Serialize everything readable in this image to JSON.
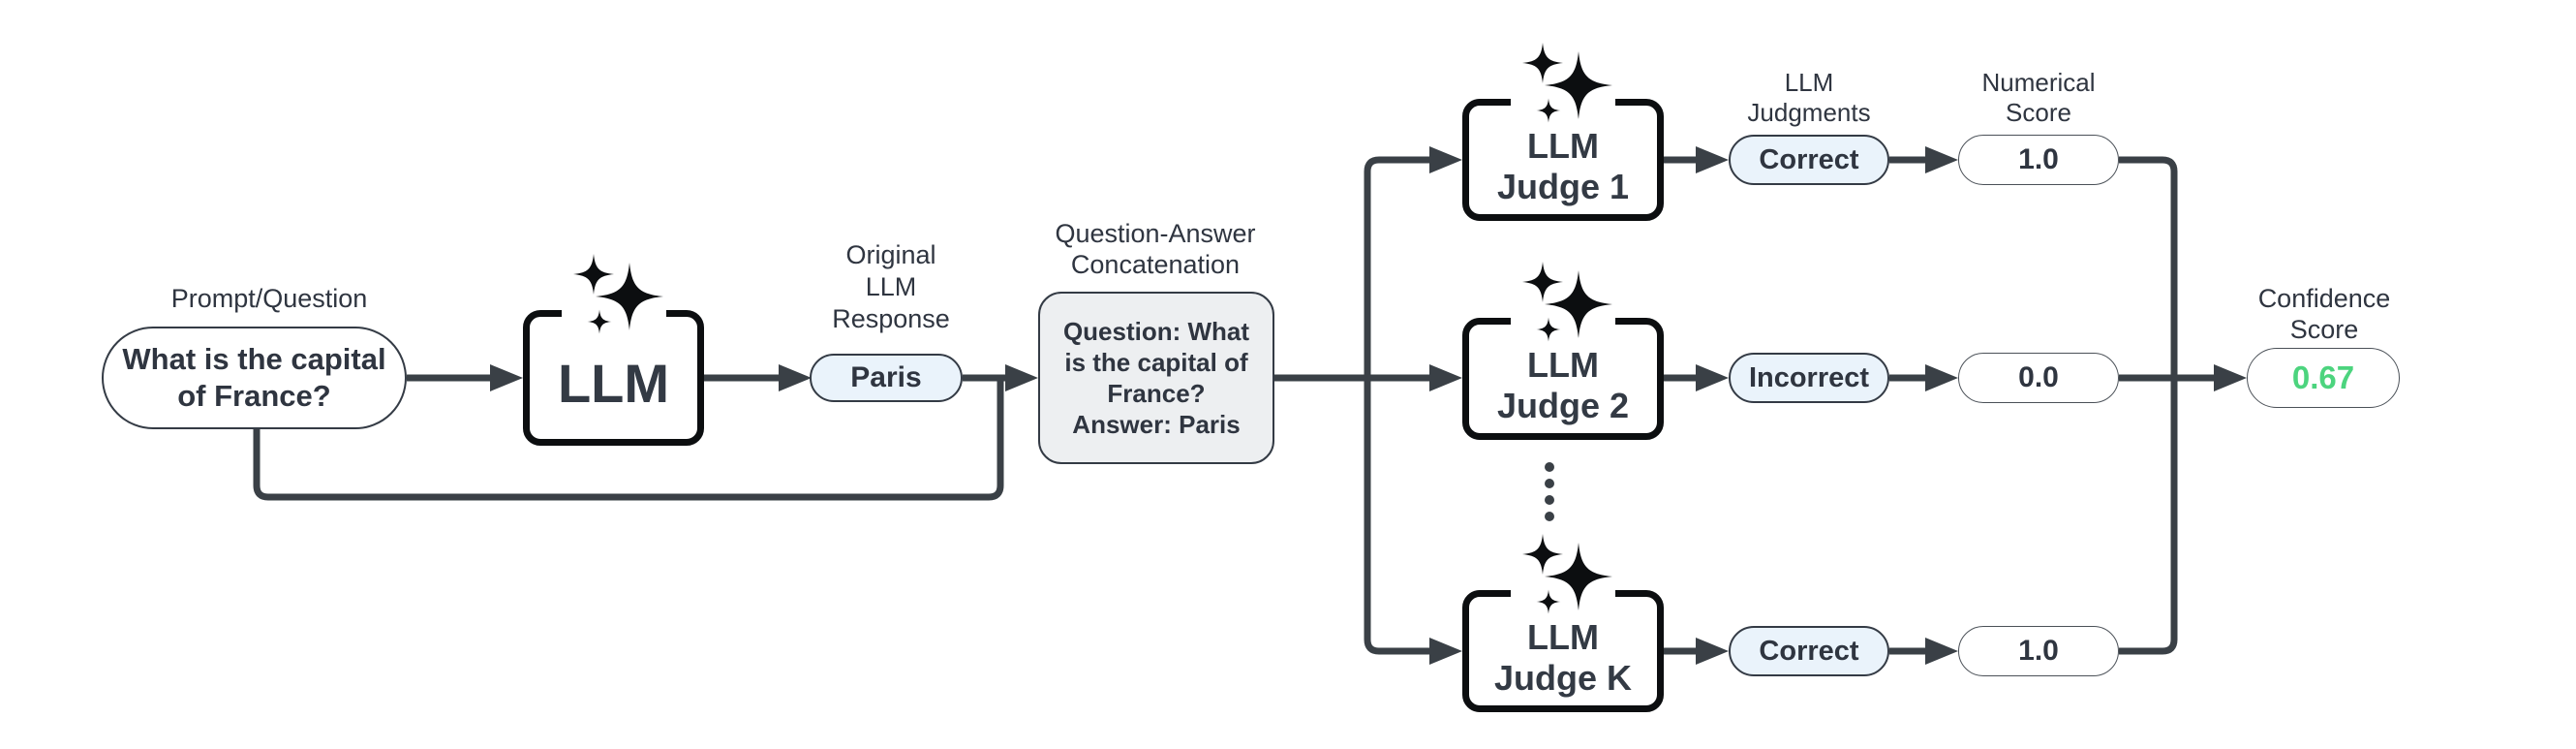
{
  "colors": {
    "background": "#ffffff",
    "line": "#3a4046",
    "text": "#2f3540",
    "box_border": "#0c0e10",
    "judgment_pill_bg": "#eaf3fb",
    "concat_bg": "#edeff1",
    "thin_border": "#4b5158",
    "confidence_green": "#4cd47e"
  },
  "flow": {
    "prompt": {
      "label": "Prompt/Question",
      "text": "What is the capital\nof France?"
    },
    "llm": {
      "title": "LLM"
    },
    "response": {
      "label": "Original\nLLM\nResponse",
      "text": "Paris"
    },
    "concatenation": {
      "label": "Question-Answer\nConcatenation",
      "text": "Question: What\nis the capital of\nFrance?\nAnswer: Paris"
    },
    "judgments_label": "LLM\nJudgments",
    "numerical_label": "Numerical\nScore",
    "judges": [
      {
        "title": "LLM\nJudge 1",
        "judgment": "Correct",
        "score": "1.0"
      },
      {
        "title": "LLM\nJudge 2",
        "judgment": "Incorrect",
        "score": "0.0"
      },
      {
        "title": "LLM\nJudge K",
        "judgment": "Correct",
        "score": "1.0"
      }
    ],
    "confidence": {
      "label": "Confidence\nScore",
      "value": "0.67"
    }
  }
}
